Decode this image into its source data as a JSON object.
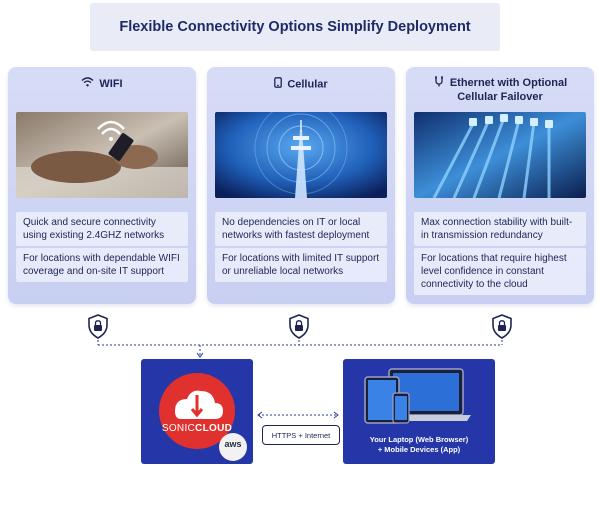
{
  "title": "Flexible Connectivity Options Simplify Deployment",
  "cards": [
    {
      "heading": "WIFI",
      "icon": "wifi-icon",
      "desc1": "Quick and secure connectivity using existing 2.4GHZ networks",
      "desc2": "For locations with dependable WIFI coverage and on-site IT support"
    },
    {
      "heading": "Cellular",
      "icon": "phone-icon",
      "desc1": "No dependencies on IT or local networks with fastest deployment",
      "desc2": "For locations with limited IT support or unreliable local networks"
    },
    {
      "heading_line1": "Ethernet with Optional",
      "heading_line2": "Cellular Failover",
      "icon": "ethernet-plug-icon",
      "desc1": "Max connection stability with built-in transmission redundancy",
      "desc2": "For locations that require highest level confidence in constant connectivity to the cloud"
    }
  ],
  "cloud": {
    "brand_left": "SONIC",
    "brand_right": "LOUD",
    "brand_c": "C",
    "aws": "aws"
  },
  "link_label": "HTTPS + Internet",
  "devices": {
    "line1": "Your Laptop (Web Browser)",
    "line2": "+ Mobile Devices (App)"
  },
  "colors": {
    "navy": "#1f2455",
    "box_blue": "#2537a8",
    "card_lavender": "#d2d8f5",
    "sonic_red": "#e0312e"
  }
}
